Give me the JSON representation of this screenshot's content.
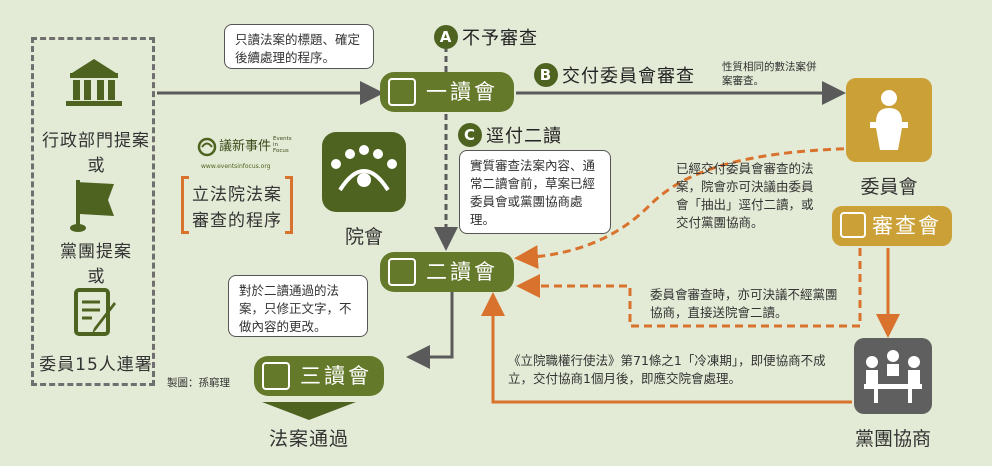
{
  "title": {
    "line1": "立法院法案",
    "line2": "審查的程序"
  },
  "brand": {
    "logo_text": "議新事件",
    "logo_sub": "Events in Focus",
    "url": "www.eventsinfocus.org"
  },
  "credit": "製圖：孫窮理",
  "sources": {
    "exec": "行政部門提案",
    "or1": "或",
    "party": "黨團提案",
    "or2": "或",
    "member": "委員15人連署"
  },
  "stages": {
    "first": "一讀會",
    "second": "二讀會",
    "third": "三讀會",
    "result": "法案通過"
  },
  "notes": {
    "first_reading": "只讀法案的標題、確定後續處理的程序。",
    "second_reading": "實質審查法案內容、通常二讀會前，草案已經委員會或黨團協商處理。",
    "third_reading": "對於二讀通過的法案，只修正文字，不做內容的更改。",
    "recall": "已經交付委員會審查的法案，院會亦可決議由委員會「抽出」逕付二讀，或交付黨團協商。",
    "committee_direct": "委員會審查時，亦可決議不經黨團協商，直接送院會二讀。",
    "cooling": "《立院職權行使法》第71條之1「冷凍期」，即便協商不成立，交付協商1個月後，即應交院會處理。",
    "same_nature": "性質相同的數法案併案審查。"
  },
  "options": {
    "a_badge": "A",
    "a_label": "不予審查",
    "b_badge": "B",
    "b_label": "交付委員會審查",
    "c_badge": "C",
    "c_label": "逕付二讀"
  },
  "bodies": {
    "plenary": "院會",
    "committee": "委員會",
    "review": "審查會",
    "negotiation": "黨團協商"
  },
  "colors": {
    "background": "#e3ebd6",
    "green": "#647a2a",
    "dark_green": "#4f6320",
    "tan": "#cba036",
    "orange": "#d9722c",
    "grey": "#5f5f5f"
  }
}
